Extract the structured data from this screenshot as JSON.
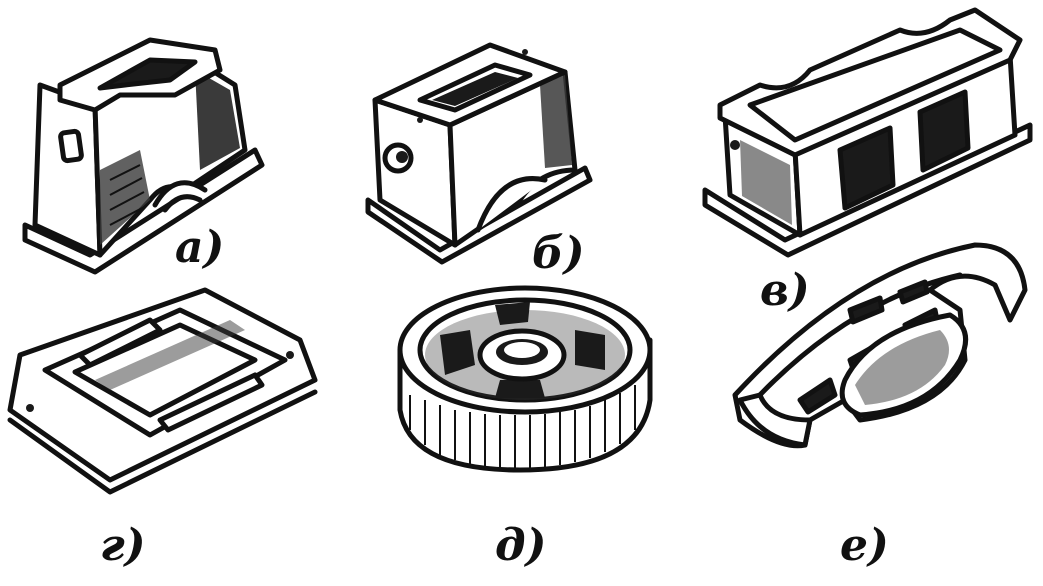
{
  "figures": [
    {
      "id": "a",
      "label": "а)"
    },
    {
      "id": "b",
      "label": "б)"
    },
    {
      "id": "v",
      "label": "в)"
    },
    {
      "id": "g",
      "label": "г)"
    },
    {
      "id": "d",
      "label": "д)"
    },
    {
      "id": "e",
      "label": "е)"
    }
  ],
  "colors": {
    "ink": "#111111",
    "background": "#ffffff"
  }
}
